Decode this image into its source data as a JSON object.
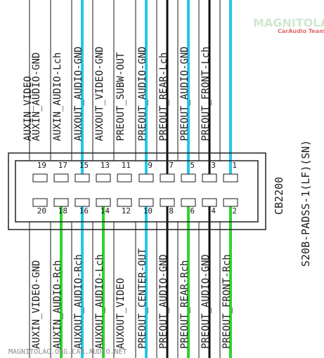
{
  "brand": {
    "name": "MAGNITOLA",
    "sub": "CarAudio Team"
  },
  "watermark": "MAGNITOLAC.ORG.CAR.AUDIO.NET",
  "connector": {
    "code": "CB2200",
    "part": "S20B-PADSS-1(LF)(SN)"
  },
  "colors": {
    "cyan": "#21c8e8",
    "black": "#111111",
    "green": "#2ed42e",
    "outline": "#222222"
  },
  "top_row": [
    {
      "pin": "19",
      "label": "AUXIN_AUDIO-GND",
      "wire": "none"
    },
    {
      "pin": "17",
      "label": "AUXIN_AUDIO-Lch",
      "wire": "none"
    },
    {
      "pin": "15",
      "label": "AUXOUT_AUDIO-GND",
      "wire": "cyan"
    },
    {
      "pin": "13",
      "label": "AUXOUT_VIDEO-GND",
      "wire": "none"
    },
    {
      "pin": "11",
      "label": "PREOUT_SUBW-OUT",
      "wire": "none"
    },
    {
      "pin": "9",
      "label": "PREOUT_AUDIO-GND",
      "wire": "cyan"
    },
    {
      "pin": "7",
      "label": "PREOUT_REAR-Lch",
      "wire": "black"
    },
    {
      "pin": "5",
      "label": "PREOUT_AUDIO-GND",
      "wire": "cyan"
    },
    {
      "pin": "3",
      "label": "PREOUT_FRONT-Lch",
      "wire": "black"
    },
    {
      "pin": "1",
      "label": "",
      "wire": "cyan"
    }
  ],
  "top_extra_label": "AUXIN_VIDEO",
  "bottom_row": [
    {
      "pin": "20",
      "label": "AUXIN_VIDEO-GND",
      "wire": "none"
    },
    {
      "pin": "18",
      "label": "AUXIN_AUDIO-Rch",
      "wire": "green"
    },
    {
      "pin": "16",
      "label": "AUXOUT_AUDIO-Rch",
      "wire": "cyan"
    },
    {
      "pin": "14",
      "label": "AUXOUT_AUDIO-Lch",
      "wire": "green"
    },
    {
      "pin": "12",
      "label": "AUXOUT_VIDEO",
      "wire": "none"
    },
    {
      "pin": "10",
      "label": "PREOUT_CENTER-OUT",
      "wire": "cyan"
    },
    {
      "pin": "8",
      "label": "PREOUT_AUDIO-GND",
      "wire": "black"
    },
    {
      "pin": "6",
      "label": "PREOUT_REAR-Rch",
      "wire": "green"
    },
    {
      "pin": "4",
      "label": "PREOUT_AUDIO-GND",
      "wire": "black"
    },
    {
      "pin": "2",
      "label": "PREOUT_FRONT-Rch",
      "wire": "green"
    }
  ]
}
